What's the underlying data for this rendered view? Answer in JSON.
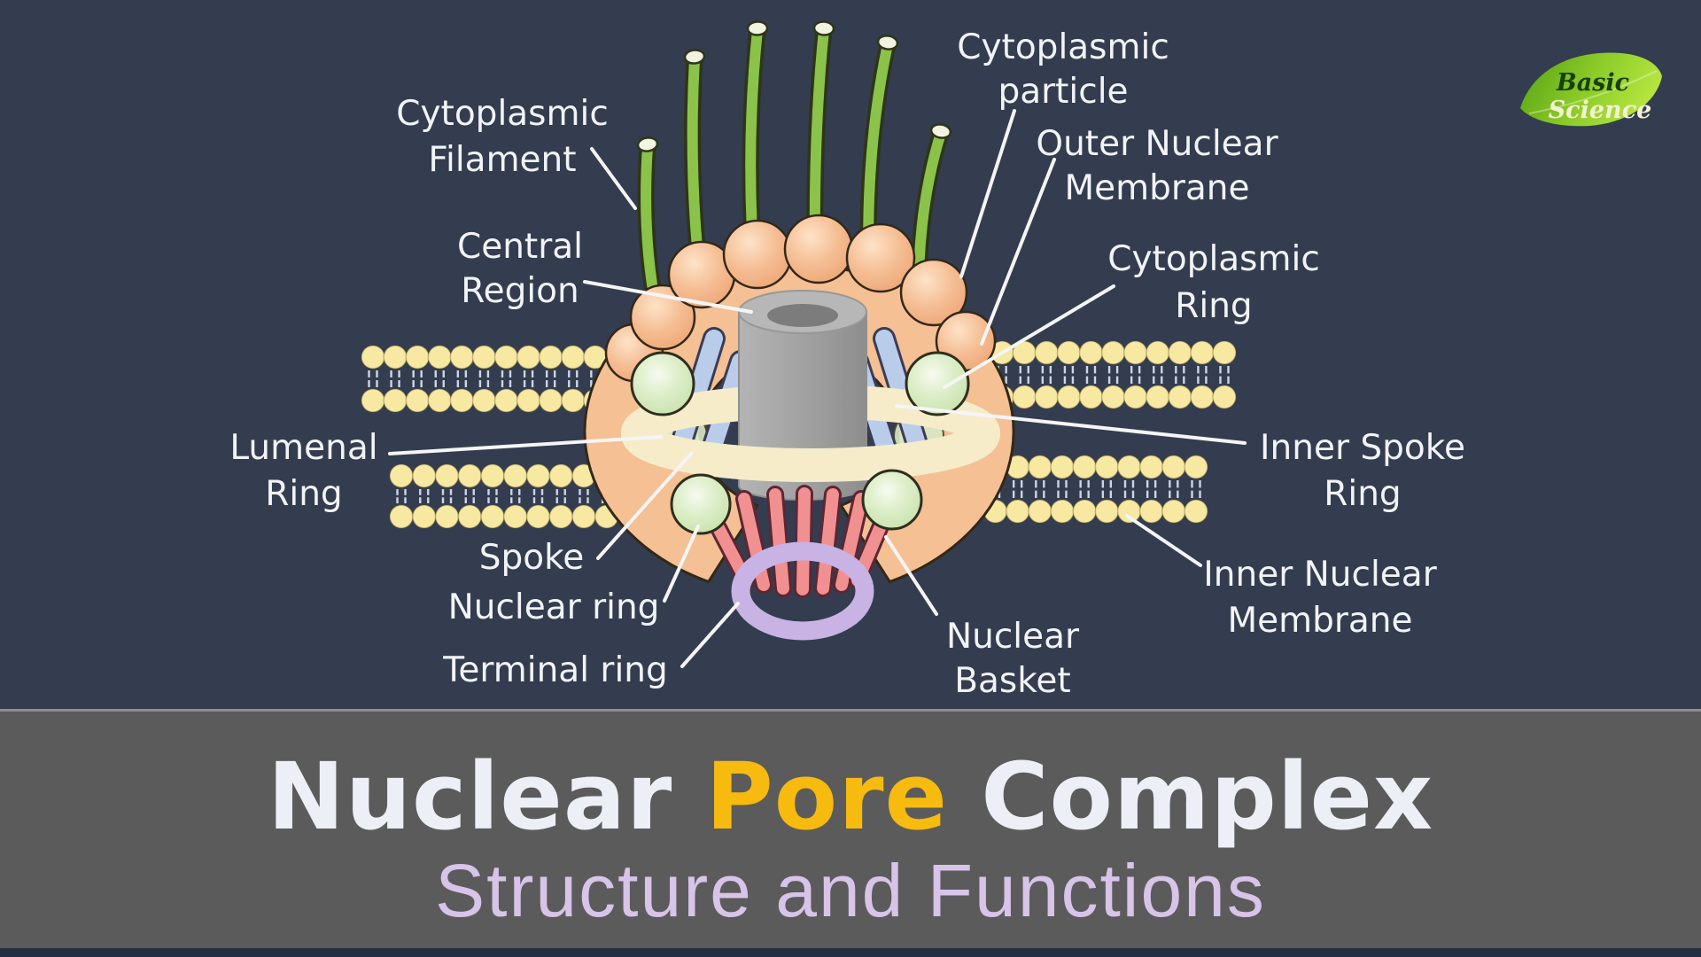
{
  "canvas": {
    "background_color": "#333d4f",
    "bottom_strip_color": "#272e42"
  },
  "logo": {
    "line1": "Basic",
    "line2": "Science",
    "leaf_color_dark": "#559f13",
    "leaf_color_light": "#b4e43f",
    "line1_color": "#17400b",
    "line2_color": "#f6f0d2"
  },
  "diagram": {
    "label_color": "#f2f3f6",
    "leader_line_color": "#f5f5f5",
    "labels": {
      "cytoplasmic_filament": {
        "line1": "Cytoplasmic",
        "line2": "Filament"
      },
      "central_region": {
        "line1": "Central",
        "line2": "Region"
      },
      "lumenal_ring": {
        "line1": "Lumenal",
        "line2": "Ring"
      },
      "spoke": {
        "line1": "Spoke"
      },
      "nuclear_ring": {
        "line1": "Nuclear ring"
      },
      "terminal_ring": {
        "line1": "Terminal ring"
      },
      "cytoplasmic_particle": {
        "line1": "Cytoplasmic",
        "line2": "particle"
      },
      "outer_nuclear_membrane": {
        "line1": "Outer Nuclear",
        "line2": "Membrane"
      },
      "cytoplasmic_ring": {
        "line1": "Cytoplasmic",
        "line2": "Ring"
      },
      "inner_spoke_ring": {
        "line1": "Inner Spoke",
        "line2": "Ring"
      },
      "inner_nuclear_membrane": {
        "line1": "Inner Nuclear",
        "line2": "Membrane"
      },
      "nuclear_basket": {
        "line1": "Nuclear",
        "line2": "Basket"
      }
    },
    "parts_colors": {
      "membrane_head": "#f7e8a2",
      "membrane_tail": "#cdd6e8",
      "filament": "#8bc34a",
      "filament_tip": "#f3f3e2",
      "annulus_body": "#f4c094",
      "particle_ball": "#f5bd93",
      "central_cylinder": "#a0a0a0",
      "central_hole": "#7c7c7c",
      "lumenal_ring": "#f6ecca",
      "spoke_rod": "#b9cdeb",
      "ring_subunit": "#ddeec9",
      "basket_rod": "#f19090",
      "terminal_ring": "#c9b2e4",
      "outline": "#332818"
    }
  },
  "banner": {
    "background_color": "#5b5b5b",
    "title_part1": "Nuclear ",
    "title_part2": "Pore",
    "title_part3": " Complex",
    "title_color": "#eceff5",
    "title_accent_color": "#f7ba0f",
    "subtitle": "Structure and Functions",
    "subtitle_color": "#d8c3e9"
  }
}
